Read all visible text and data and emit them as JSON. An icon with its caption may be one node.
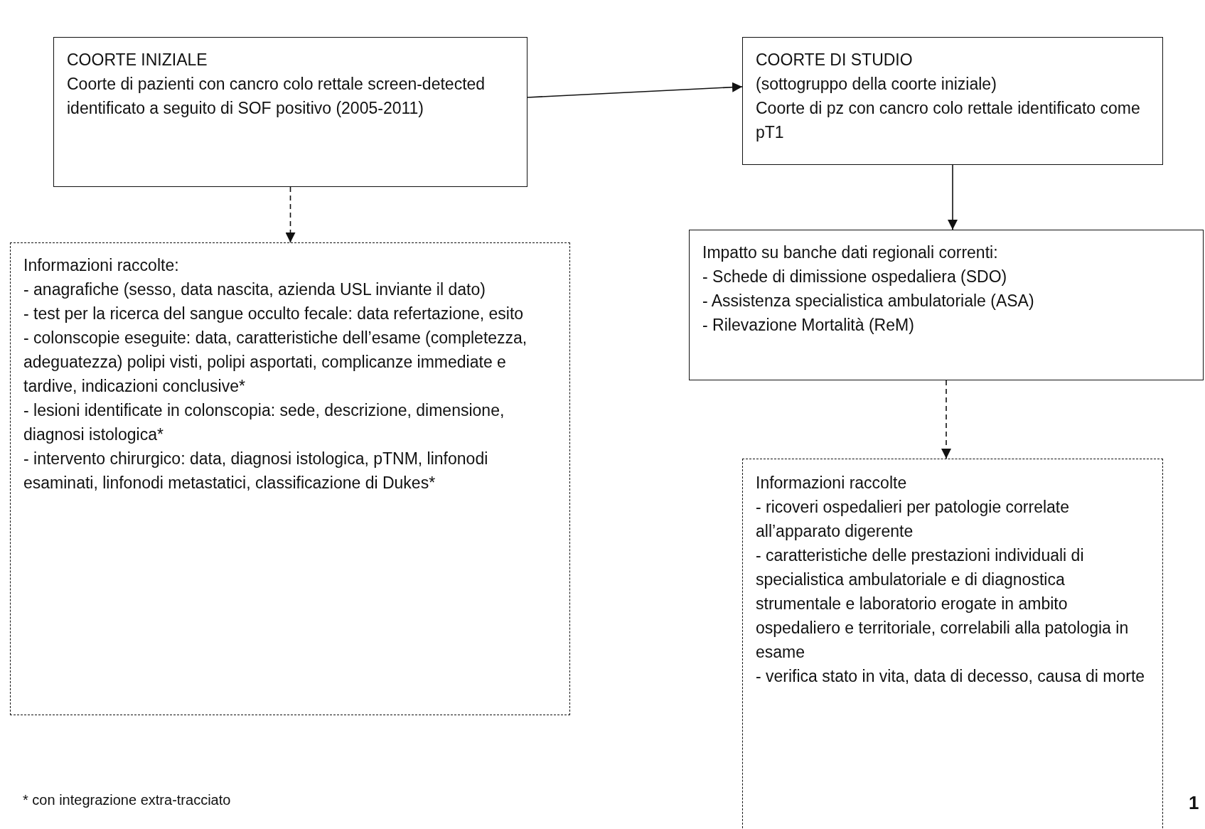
{
  "diagram": {
    "nodes": [
      {
        "text": [
          "COORTE INIZIALE",
          "Coorte di pazienti con cancro colo rettale screen-detected identificato a seguito di SOF positivo (2005-2011)"
        ]
      },
      {
        "text": [
          "COORTE DI STUDIO",
          "(sottogruppo della coorte iniziale)",
          "Coorte di pz con cancro colo rettale identificato come pT1"
        ]
      },
      {
        "text": [
          "Informazioni raccolte:",
          "- anagrafiche (sesso, data nascita, azienda USL inviante il dato)",
          "- test per la ricerca del sangue occulto fecale: data refertazione, esito",
          "- colonscopie eseguite: data, caratteristiche dell’esame (completezza, adeguatezza) polipi visti, polipi asportati, complicanze immediate e tardive, indicazioni conclusive*",
          "- lesioni identificate in colonscopia: sede, descrizione, dimensione, diagnosi istologica*",
          "- intervento chirurgico: data, diagnosi istologica, pTNM, linfonodi esaminati, linfonodi metastatici, classificazione di Dukes*"
        ]
      },
      {
        "text": [
          "Impatto su banche dati regionali correnti:",
          "- Schede di dimissione ospedaliera (SDO)",
          "- Assistenza specialistica ambulatoriale (ASA)",
          "- Rilevazione Mortalità (ReM)"
        ]
      },
      {
        "text": [
          "Informazioni raccolte",
          "- ricoveri ospedalieri per patologie correlate all’apparato digerente",
          "- caratteristiche delle prestazioni individuali di specialistica ambulatoriale e di diagnostica strumentale e laboratorio erogate in ambito ospedaliero e territoriale, correlabili alla patologia in esame",
          "- verifica stato in vita, data di decesso, causa di morte"
        ]
      }
    ],
    "edges": [
      {
        "from": 0,
        "to": 1,
        "arrow": "to"
      },
      {
        "from": 0,
        "to": 2,
        "arrow": "to",
        "style": "dashed"
      },
      {
        "from": 1,
        "to": 3,
        "arrow": "to"
      },
      {
        "from": 3,
        "to": 4,
        "arrow": "to",
        "style": "dashed"
      }
    ],
    "labels": [
      "* con integrazione extra-tracciato",
      "1"
    ]
  }
}
